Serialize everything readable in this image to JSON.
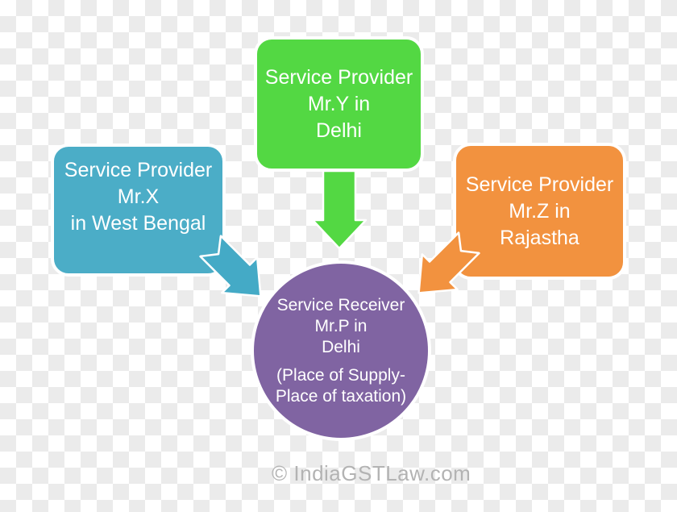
{
  "background": {
    "checker_light": "#ffffff",
    "checker_dark": "#ebebeb"
  },
  "nodes": {
    "provider_x": {
      "lines": [
        "Service Provider",
        "Mr.X",
        "in West Bengal"
      ],
      "color": "#4badc7"
    },
    "provider_y": {
      "lines": [
        "Service Provider",
        "Mr.Y in",
        "Delhi"
      ],
      "color": "#53d843"
    },
    "provider_z": {
      "lines": [
        "Service Provider",
        "Mr.Z in",
        "Rajastha"
      ],
      "color": "#f2923f"
    },
    "receiver": {
      "lines": [
        "Service Receiver",
        "Mr.P in",
        "Delhi"
      ],
      "note_lines": [
        "(Place of Supply-",
        "Place of taxation)"
      ],
      "color": "#8064a2"
    }
  },
  "arrows": [
    {
      "name": "provider-x-to-receiver",
      "direction": "down-right",
      "color": "#4badc7"
    },
    {
      "name": "provider-y-to-receiver",
      "direction": "down",
      "color": "#53d843"
    },
    {
      "name": "provider-z-to-receiver",
      "direction": "down-left",
      "color": "#f2923f"
    }
  ],
  "watermark": {
    "text": "© IndiaGSTLaw.com",
    "color": "#b3b3b3"
  }
}
